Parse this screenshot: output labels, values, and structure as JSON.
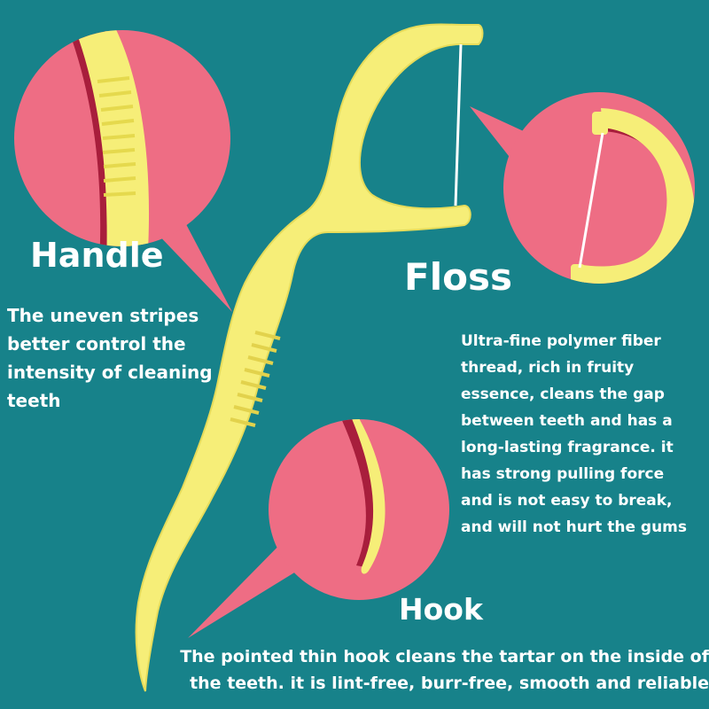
{
  "colors": {
    "background": "#17828a",
    "circle": "#ee6d84",
    "pick_fill": "#f6ee78",
    "pick_dark": "#a81e3c",
    "floss": "#ffffff"
  },
  "labels": {
    "handle": {
      "title": "Handle",
      "lines": [
        "The uneven stripes",
        "better control the",
        "intensity of cleaning",
        "teeth"
      ]
    },
    "floss": {
      "title": "Floss",
      "lines": [
        "Ultra-fine polymer fiber",
        "thread, rich in fruity",
        "essence, cleans the gap",
        "between teeth and has a",
        "long-lasting fragrance. it",
        "has strong pulling force",
        "and is not easy to break,",
        "and will not hurt the gums"
      ]
    },
    "hook": {
      "title": "Hook",
      "lines": [
        "The pointed thin hook cleans the tartar on the inside of",
        "the teeth. it is lint-free, burr-free, smooth and reliable"
      ]
    }
  }
}
